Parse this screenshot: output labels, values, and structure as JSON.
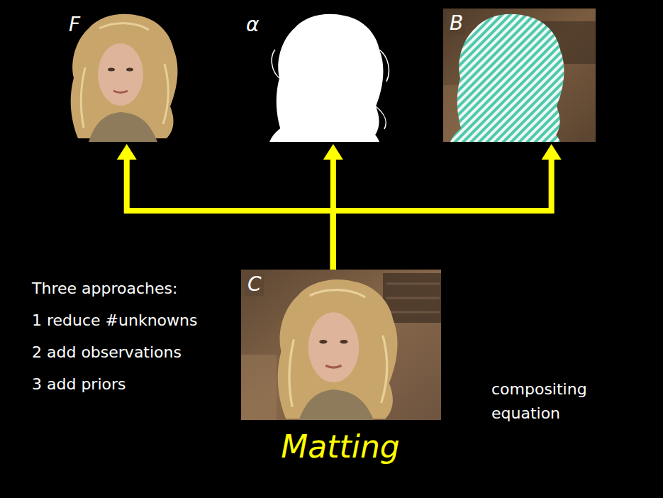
{
  "diagram": {
    "title": "Matting",
    "nodes": [
      {
        "text": [
          "F"
        ]
      },
      {
        "text": [
          "α"
        ]
      },
      {
        "text": [
          "B"
        ]
      },
      {
        "text": [
          "C"
        ]
      }
    ],
    "edges": [
      {
        "from": 3,
        "to": 0,
        "arrow": "to"
      },
      {
        "from": 3,
        "to": 1,
        "arrow": "to"
      },
      {
        "from": 3,
        "to": 2,
        "arrow": "to"
      }
    ],
    "labels": [
      "Three approaches:",
      "1 reduce #unknowns",
      "2 add observations",
      "3 add priors",
      "compositing equation"
    ]
  }
}
